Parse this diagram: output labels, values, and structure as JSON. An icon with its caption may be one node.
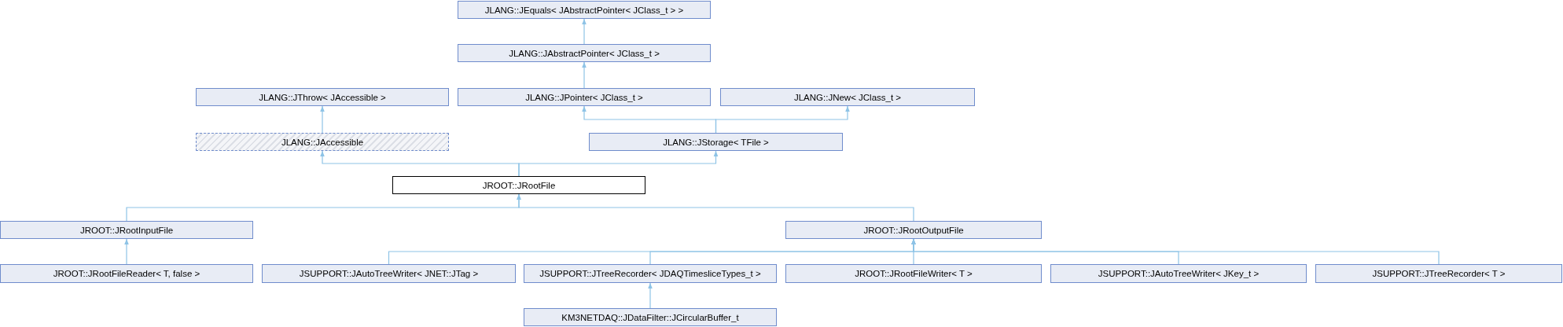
{
  "diagram": {
    "nodes": [
      {
        "text": [
          "JLANG::JEquals< JAbstractPointer< JClass_t > >"
        ]
      },
      {
        "text": [
          "JLANG::JAbstractPointer< JClass_t >"
        ]
      },
      {
        "text": [
          "JLANG::JThrow< JAccessible >"
        ]
      },
      {
        "text": [
          "JLANG::JPointer< JClass_t >"
        ]
      },
      {
        "text": [
          "JLANG::JNew< JClass_t >"
        ]
      },
      {
        "text": [
          "JLANG::JAccessible"
        ]
      },
      {
        "text": [
          "JLANG::JStorage< TFile >"
        ]
      },
      {
        "text": [
          "JROOT::JRootFile"
        ]
      },
      {
        "text": [
          "JROOT::JRootInputFile"
        ]
      },
      {
        "text": [
          "JROOT::JRootOutputFile"
        ]
      },
      {
        "text": [
          "JROOT::JRootFileReader< T, false >"
        ]
      },
      {
        "text": [
          "JSUPPORT::JAutoTreeWriter< JNET::JTag >"
        ]
      },
      {
        "text": [
          "JSUPPORT::JTreeRecorder< JDAQTimesliceTypes_t >"
        ]
      },
      {
        "text": [
          "JROOT::JRootFileWriter< T >"
        ]
      },
      {
        "text": [
          "JSUPPORT::JAutoTreeWriter< JKey_t >"
        ]
      },
      {
        "text": [
          "JSUPPORT::JTreeRecorder< T >"
        ]
      },
      {
        "text": [
          "KM3NETDAQ::JDataFilter::JCircularBuffer_t"
        ]
      }
    ],
    "edges": [
      {
        "from": 1,
        "to": 0,
        "arrow": "to"
      },
      {
        "from": 3,
        "to": 1,
        "arrow": "to"
      },
      {
        "from": 5,
        "to": 2,
        "arrow": "to"
      },
      {
        "from": 6,
        "to": 3,
        "arrow": "to"
      },
      {
        "from": 6,
        "to": 4,
        "arrow": "to"
      },
      {
        "from": 7,
        "to": 5,
        "arrow": "to"
      },
      {
        "from": 7,
        "to": 6,
        "arrow": "to"
      },
      {
        "from": 8,
        "to": 7,
        "arrow": "to"
      },
      {
        "from": 9,
        "to": 7,
        "arrow": "to"
      },
      {
        "from": 10,
        "to": 8,
        "arrow": "to"
      },
      {
        "from": 11,
        "to": 9,
        "arrow": "to"
      },
      {
        "from": 12,
        "to": 9,
        "arrow": "to"
      },
      {
        "from": 13,
        "to": 9,
        "arrow": "to"
      },
      {
        "from": 14,
        "to": 9,
        "arrow": "to"
      },
      {
        "from": 15,
        "to": 9,
        "arrow": "to"
      },
      {
        "from": 16,
        "to": 12,
        "arrow": "to"
      }
    ]
  }
}
